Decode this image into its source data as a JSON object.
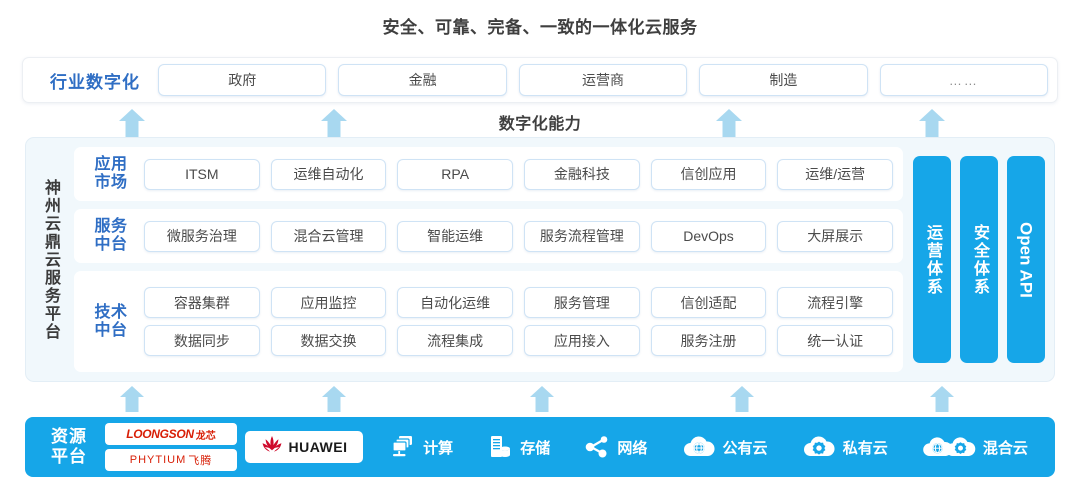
{
  "title": "安全、可靠、完备、一致的一体化云服务",
  "capability_label": "数字化能力",
  "industry": {
    "label": "行业数字化",
    "cells": [
      "政府",
      "金融",
      "运营商",
      "制造",
      "……"
    ]
  },
  "platform": {
    "vertical_label": "神州云鼎云服务平台",
    "layers": [
      {
        "label_line1": "应用",
        "label_line2": "市场",
        "rows": [
          [
            "ITSM",
            "运维自动化",
            "RPA",
            "金融科技",
            "信创应用",
            "运维/运营"
          ]
        ]
      },
      {
        "label_line1": "服务",
        "label_line2": "中台",
        "rows": [
          [
            "微服务治理",
            "混合云管理",
            "智能运维",
            "服务流程管理",
            "DevOps",
            "大屏展示"
          ]
        ]
      },
      {
        "label_line1": "技术",
        "label_line2": "中台",
        "rows": [
          [
            "容器集群",
            "应用监控",
            "自动化运维",
            "服务管理",
            "信创适配",
            "流程引擎"
          ],
          [
            "数据同步",
            "数据交换",
            "流程集成",
            "应用接入",
            "服务注册",
            "统一认证"
          ]
        ]
      }
    ],
    "pillars": [
      "运营体系",
      "安全体系",
      "Open API"
    ]
  },
  "resource": {
    "label_line1": "资源",
    "label_line2": "平台",
    "logos": [
      {
        "name": "loongson",
        "latin": "LOONGSON",
        "cn": "龙芯"
      },
      {
        "name": "phytium",
        "latin": "PHYTIUM",
        "cn": "飞腾"
      },
      {
        "name": "huawei",
        "latin": "HUAWEI",
        "cn": ""
      }
    ],
    "items": [
      {
        "icon": "compute-icon",
        "label": "计算"
      },
      {
        "icon": "storage-icon",
        "label": "存储"
      },
      {
        "icon": "network-icon",
        "label": "网络"
      },
      {
        "icon": "public-cloud-icon",
        "label": "公有云"
      },
      {
        "icon": "private-cloud-icon",
        "label": "私有云"
      },
      {
        "icon": "hybrid-cloud-icon",
        "label": "混合云"
      }
    ]
  },
  "arrows": {
    "top_count": 4,
    "bottom_count": 5
  },
  "colors": {
    "accent_blue": "#16a6e8",
    "label_blue": "#2f6ec4",
    "arrow_blue": "#a8d8f0",
    "panel_tint": "#f1f8fc",
    "logo_red": "#d81e06",
    "text_dark": "#3f3f3f"
  }
}
